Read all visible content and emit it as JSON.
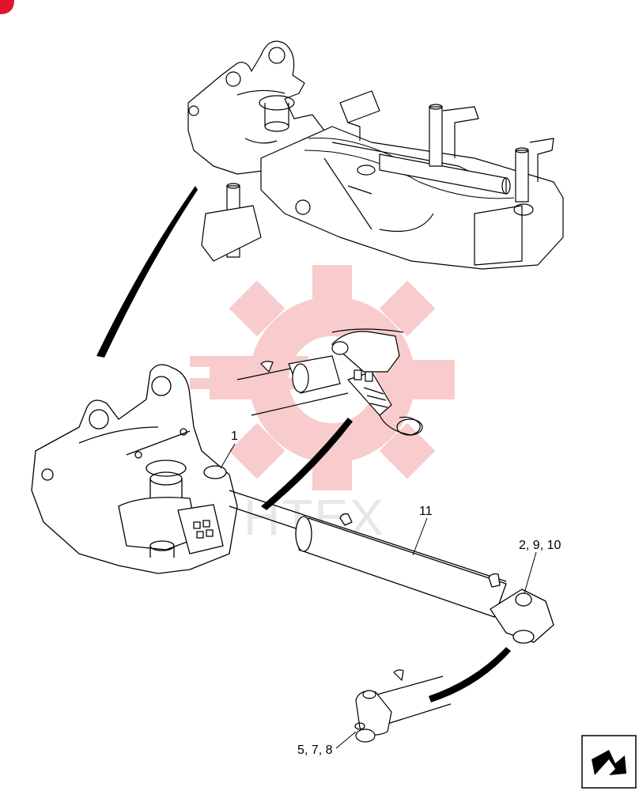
{
  "diagram": {
    "watermark": {
      "text": "HTEX",
      "gear_color": "#f4a3a3",
      "text_color": "#d4d4d4"
    },
    "callouts": [
      {
        "id": "c1",
        "text": "1"
      },
      {
        "id": "c11",
        "text": "11"
      },
      {
        "id": "c2910",
        "text": "2, 9, 10"
      },
      {
        "id": "c578",
        "text": "5, 7, 8"
      }
    ],
    "corner_mark": {
      "color": "#e2142d"
    },
    "nav_icon": {
      "name": "next-page-arrow-icon"
    }
  }
}
